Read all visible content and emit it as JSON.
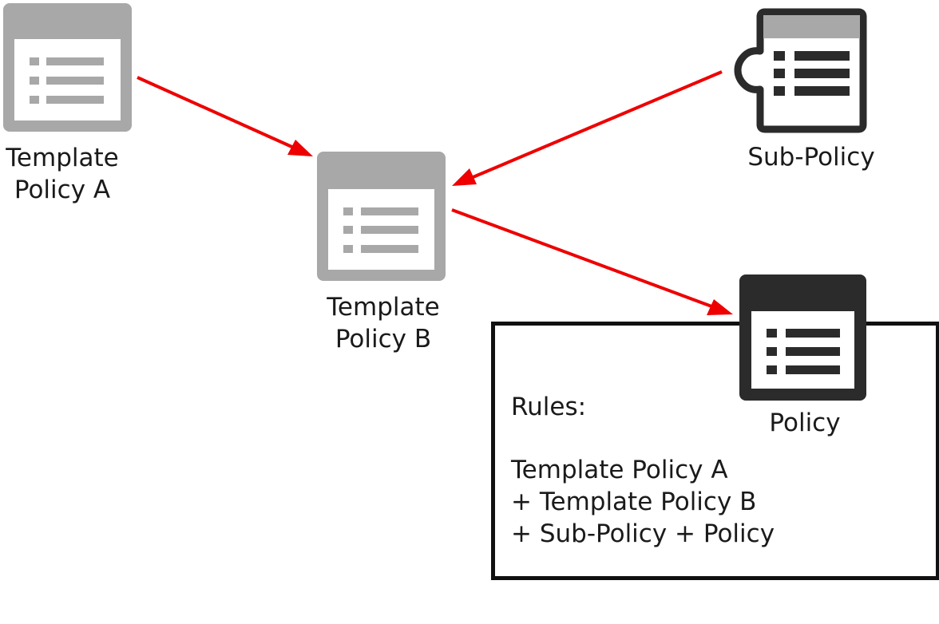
{
  "nodes": {
    "template_policy_a": {
      "label_line1": "Template",
      "label_line2": "Policy A"
    },
    "template_policy_b": {
      "label_line1": "Template",
      "label_line2": "Policy B"
    },
    "sub_policy": {
      "label": "Sub-Policy"
    },
    "policy": {
      "label": "Policy"
    }
  },
  "rules": {
    "heading": "Rules:",
    "line1": "Template Policy A",
    "line2": "+ Template Policy B",
    "line3": "+ Sub-Policy + Policy"
  },
  "colors": {
    "arrow": "#ee0000",
    "template_icon": "#a8a8a8",
    "policy_icon": "#2b2b2b",
    "box_border": "#111111"
  },
  "icons": {
    "template": "list-document-icon",
    "sub_policy": "puzzle-document-icon",
    "policy": "list-document-icon"
  },
  "edges": [
    {
      "from": "template_policy_a",
      "to": "template_policy_b"
    },
    {
      "from": "sub_policy",
      "to": "template_policy_b"
    },
    {
      "from": "template_policy_b",
      "to": "policy"
    }
  ]
}
